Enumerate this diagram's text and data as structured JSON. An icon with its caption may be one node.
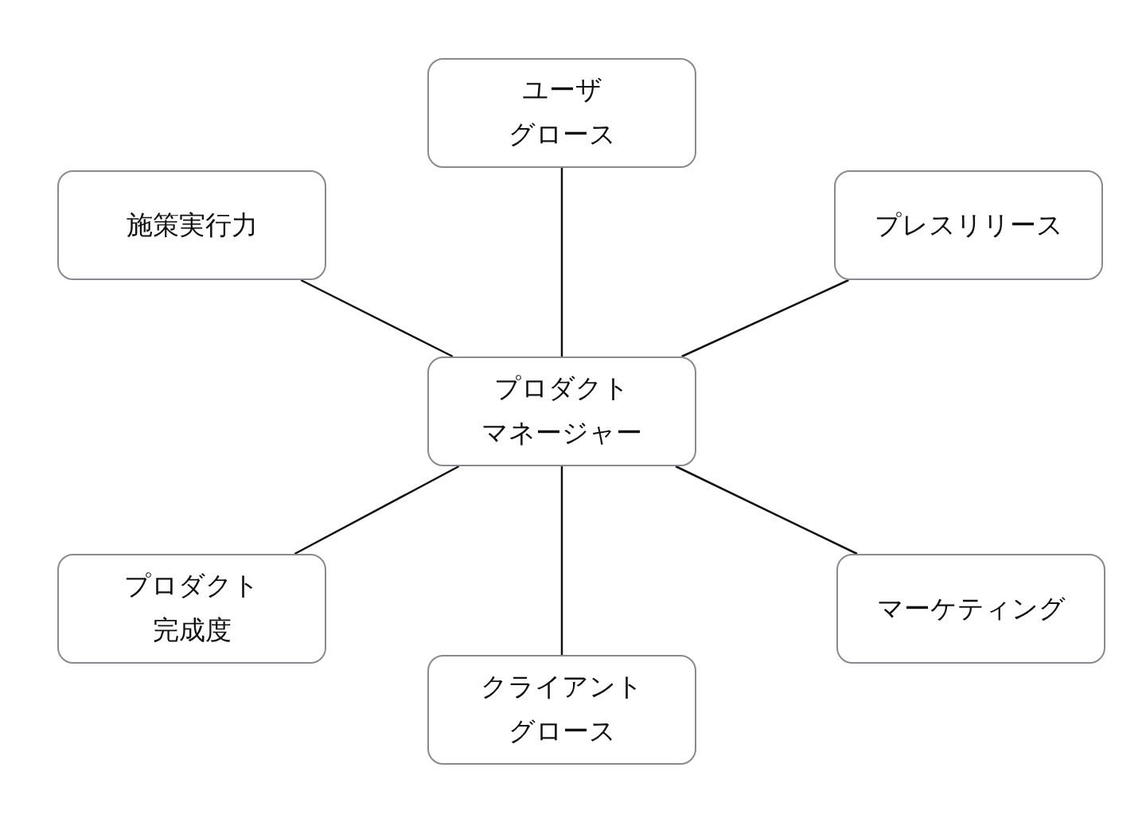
{
  "diagram": {
    "nodes": [
      {
        "text": [
          "ユーザグロース"
        ]
      },
      {
        "text": [
          "施策実行力"
        ]
      },
      {
        "text": [
          "プレスリリース"
        ]
      },
      {
        "text": [
          "プロダクトマネージャー"
        ]
      },
      {
        "text": [
          "プロダクト完成度"
        ]
      },
      {
        "text": [
          "マーケティング"
        ]
      },
      {
        "text": [
          "クライアントグロース"
        ]
      }
    ],
    "edges": [
      {
        "from": 3,
        "to": 0,
        "arrow": "none"
      },
      {
        "from": 3,
        "to": 1,
        "arrow": "none"
      },
      {
        "from": 3,
        "to": 2,
        "arrow": "none"
      },
      {
        "from": 3,
        "to": 4,
        "arrow": "none"
      },
      {
        "from": 3,
        "to": 5,
        "arrow": "none"
      },
      {
        "from": 3,
        "to": 6,
        "arrow": "none"
      }
    ]
  }
}
